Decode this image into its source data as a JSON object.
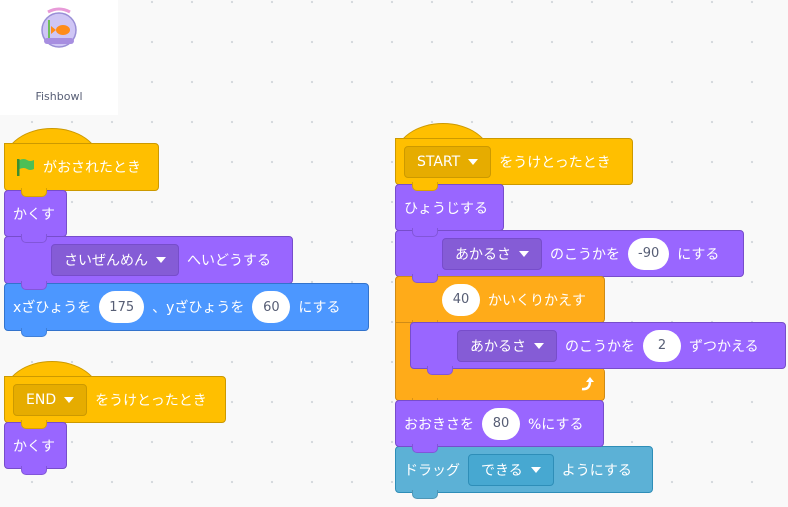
{
  "sprite": {
    "name": "Fishbowl"
  },
  "script1": {
    "hat": "がおされたとき",
    "hide": "かくす",
    "layer_dropdown": "さいぜんめん",
    "layer_suffix": "へいどうする",
    "goto_x_label": "xざひょうを",
    "goto_x": "175",
    "goto_sep": "、yざひょうを",
    "goto_y": "60",
    "goto_suffix": "にする"
  },
  "script2": {
    "message": "END",
    "hat_suffix": "をうけとったとき",
    "hide": "かくす"
  },
  "script3": {
    "message": "START",
    "hat_suffix": "をうけとったとき",
    "show": "ひょうじする",
    "effect1": "あかるさ",
    "effect1_mid": "のこうかを",
    "effect1_value": "-90",
    "effect1_suffix": "にする",
    "repeat_count": "40",
    "repeat_label": "かいくりかえす",
    "effect2": "あかるさ",
    "effect2_mid": "のこうかを",
    "effect2_value": "2",
    "effect2_suffix": "ずつかえる",
    "size_label": "おおきさを",
    "size_value": "80",
    "size_suffix": "%にする",
    "drag_label": "ドラッグ",
    "drag_mode": "できる",
    "drag_suffix": "ようにする"
  },
  "colors": {
    "events": "#ffbf00",
    "looks": "#9966ff",
    "motion": "#4c97ff",
    "control": "#ffab19",
    "sensing": "#5cb1d6"
  }
}
